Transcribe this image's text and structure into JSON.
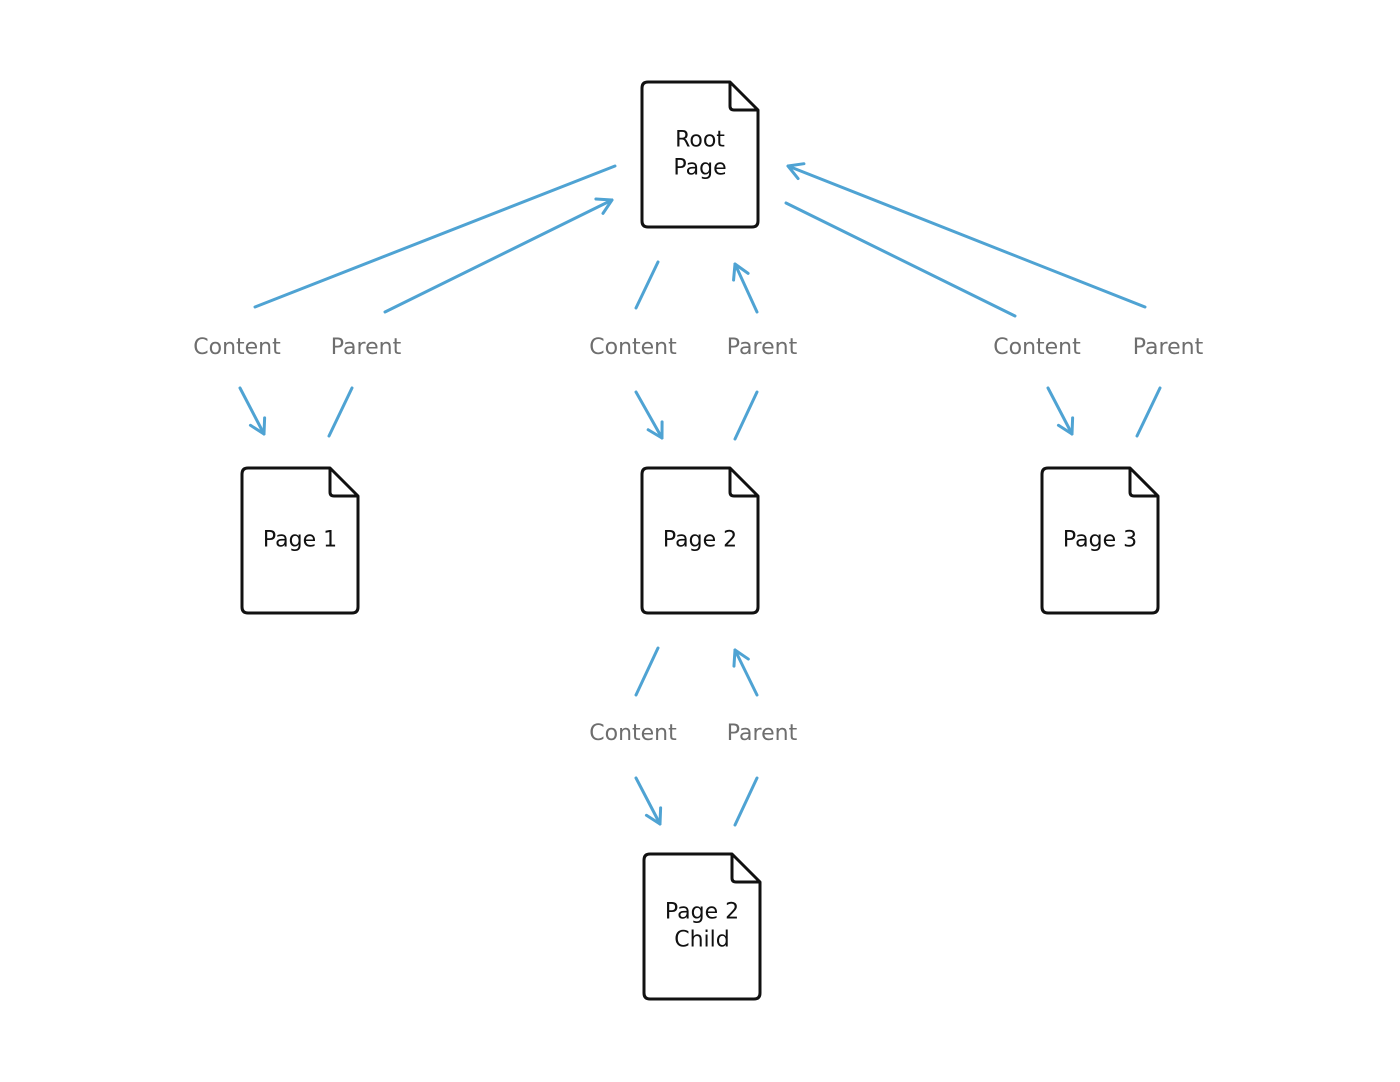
{
  "colors": {
    "arrow": "#4fa3d3",
    "page_stroke": "#111111",
    "page_fill": "#ffffff",
    "label_text": "#111111",
    "edge_label_text": "#6e6e6e"
  },
  "icons": {
    "page": "document-page-icon"
  },
  "nodes": [
    {
      "id": "root",
      "lines": [
        "Root",
        "Page"
      ]
    },
    {
      "id": "page1",
      "lines": [
        "Page 1"
      ]
    },
    {
      "id": "page2",
      "lines": [
        "Page 2"
      ]
    },
    {
      "id": "page3",
      "lines": [
        "Page 3"
      ]
    },
    {
      "id": "page2child",
      "lines": [
        "Page 2",
        "Child"
      ]
    }
  ],
  "edges": [
    {
      "from": "root",
      "to": "page1",
      "down_label": "Content",
      "up_label": "Parent"
    },
    {
      "from": "root",
      "to": "page2",
      "down_label": "Content",
      "up_label": "Parent"
    },
    {
      "from": "root",
      "to": "page3",
      "down_label": "Content",
      "up_label": "Parent"
    },
    {
      "from": "page2",
      "to": "page2child",
      "down_label": "Content",
      "up_label": "Parent"
    }
  ]
}
